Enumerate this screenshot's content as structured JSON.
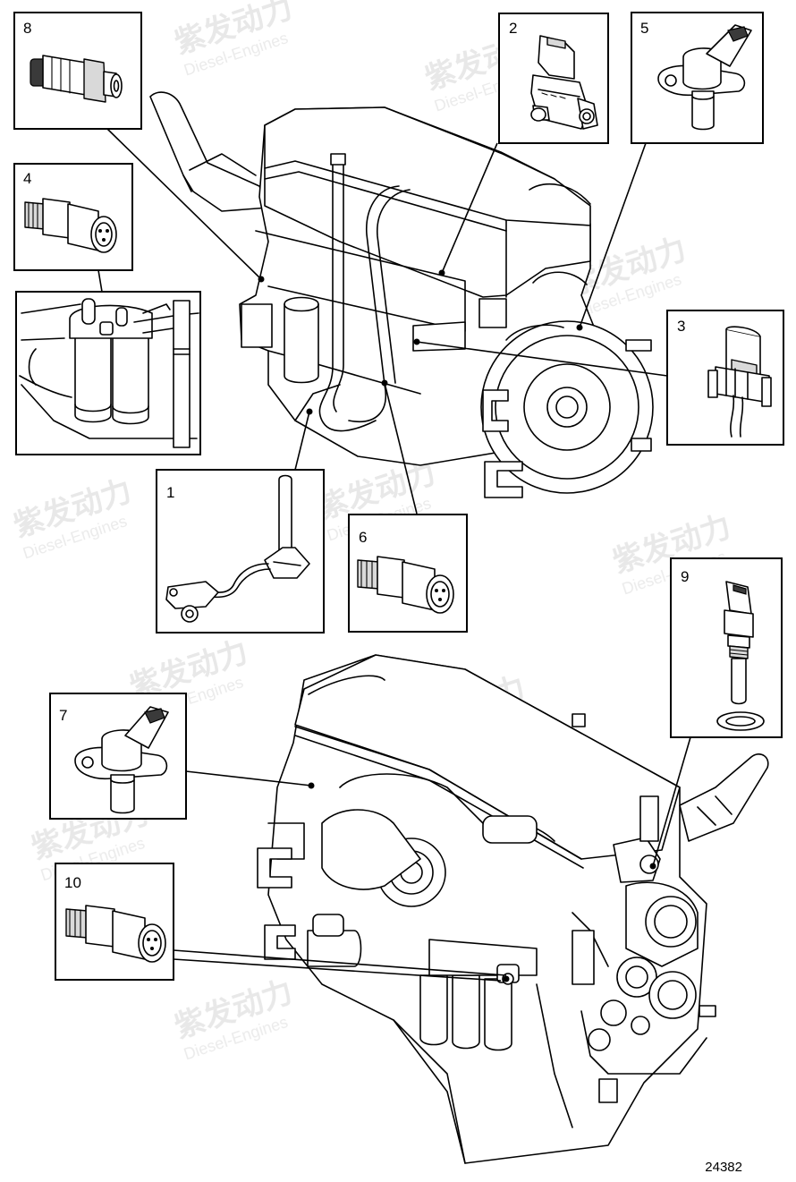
{
  "diagram": {
    "reference_number": "24382",
    "watermark": {
      "brand_cn": "紫发动力",
      "brand_en": "Diesel-Engines"
    },
    "callouts": [
      {
        "id": "1",
        "label": "1"
      },
      {
        "id": "2",
        "label": "2"
      },
      {
        "id": "3",
        "label": "3"
      },
      {
        "id": "4",
        "label": "4"
      },
      {
        "id": "5",
        "label": "5"
      },
      {
        "id": "6",
        "label": "6"
      },
      {
        "id": "7",
        "label": "7"
      },
      {
        "id": "8",
        "label": "8"
      },
      {
        "id": "9",
        "label": "9"
      },
      {
        "id": "10",
        "label": "10"
      }
    ]
  }
}
